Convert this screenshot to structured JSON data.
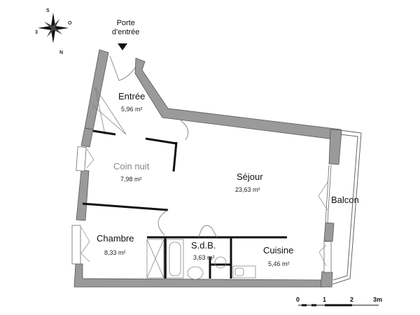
{
  "entrance": {
    "label_line1": "Porte",
    "label_line2": "d'entrée"
  },
  "compass": {
    "south": "S",
    "west": "O",
    "east": "3",
    "north": "N"
  },
  "rooms": [
    {
      "name": "Entrée",
      "area": "5,96 m²"
    },
    {
      "name": "Coin nuit",
      "area": "7,98 m²"
    },
    {
      "name": "Séjour",
      "area": "23,63 m²"
    },
    {
      "name": "Balcon",
      "area": ""
    },
    {
      "name": "Chambre",
      "area": "8,33 m²"
    },
    {
      "name": "S.d.B.",
      "area": "3,63 m²"
    },
    {
      "name": "Cuisine",
      "area": "5,46 m²"
    }
  ],
  "scale": {
    "ticks": [
      "0",
      "1",
      "2",
      "3m"
    ]
  },
  "colors": {
    "wall": "#9a9a9a",
    "partition": "#111111",
    "line": "#555555"
  }
}
